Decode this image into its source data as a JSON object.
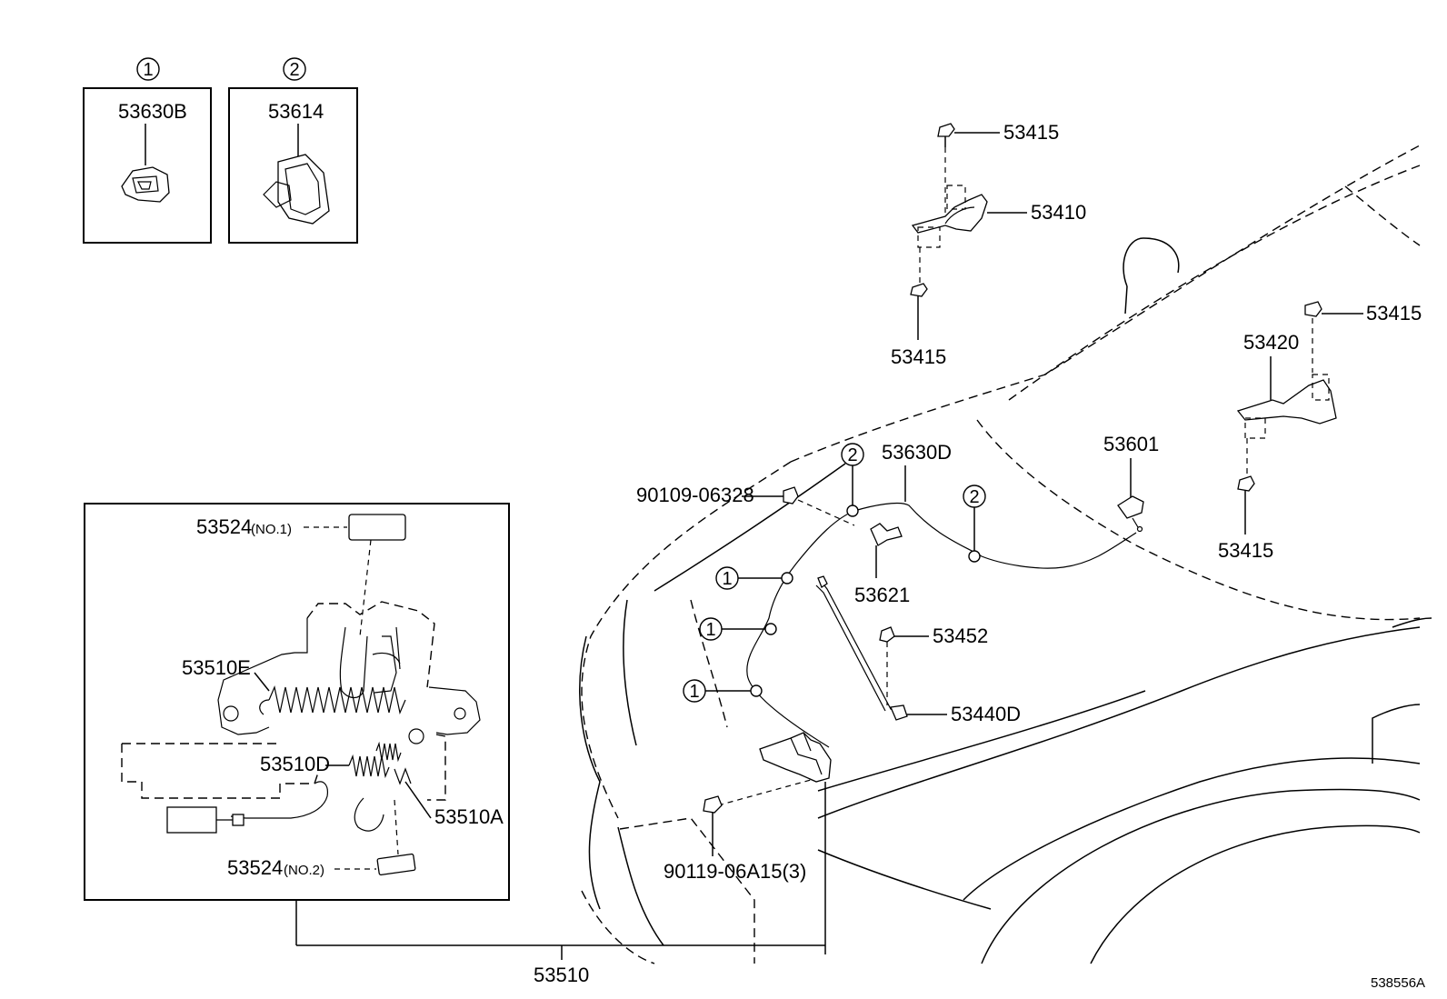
{
  "callouts": {
    "c1": "1",
    "c2": "2"
  },
  "inset_clip_1": {
    "part": "53630B"
  },
  "inset_clip_2": {
    "part": "53614"
  },
  "labels": {
    "p53415_a": "53415",
    "p53410": "53410",
    "p53415_b": "53415",
    "p53415_c": "53415",
    "p53420": "53420",
    "p53415_d": "53415",
    "p53601": "53601",
    "p53630D": "53630D",
    "p90109": "90109-06328",
    "p53621": "53621",
    "p53452": "53452",
    "p53440D": "53440D",
    "p90119": "90119-06A15(3)",
    "p53510": "53510"
  },
  "latch_inset": {
    "p53524_no1": "53524",
    "p53524_no1_note": "(NO.1)",
    "p53510E": "53510E",
    "p53510D": "53510D",
    "p53510A": "53510A",
    "p53524_no2": "53524",
    "p53524_no2_note": "(NO.2)"
  },
  "illustration_id": "538556A"
}
